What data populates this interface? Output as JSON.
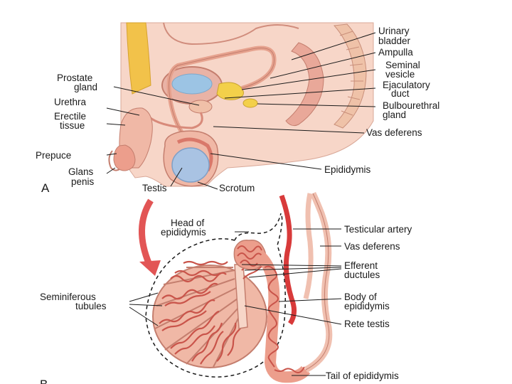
{
  "panel_a": {
    "letter": "A",
    "labels": {
      "urinary_bladder": [
        "Urinary",
        "bladder"
      ],
      "ampulla": [
        "Ampulla"
      ],
      "seminal_vesicle": [
        "Seminal",
        "vesicle"
      ],
      "ejaculatory_duct": [
        "Ejaculatory",
        "duct"
      ],
      "bulbourethral_gland": [
        "Bulbourethral",
        "gland"
      ],
      "vas_deferens": [
        "Vas deferens"
      ],
      "epididymis": [
        "Epididymis"
      ],
      "scrotum": [
        "Scrotum"
      ],
      "testis": [
        "Testis"
      ],
      "glans_penis": [
        "Glans",
        "penis"
      ],
      "prepuce": [
        "Prepuce"
      ],
      "erectile_tissue": [
        "Erectile",
        "tissue"
      ],
      "urethra": [
        "Urethra"
      ],
      "prostate_gland": [
        "Prostate",
        "gland"
      ]
    }
  },
  "panel_b": {
    "letter": "B",
    "labels": {
      "head_of_epididymis": [
        "Head of",
        "epididymis"
      ],
      "testicular_artery": [
        "Testicular artery"
      ],
      "vas_deferens": [
        "Vas deferens"
      ],
      "efferent_ductules": [
        "Efferent",
        "ductules"
      ],
      "body_of_epididymis": [
        "Body of",
        "epididymis"
      ],
      "rete_testis": [
        "Rete testis"
      ],
      "tail_of_epididymis": [
        "Tail of epididymis"
      ],
      "seminiferous_tubules": [
        "Seminiferous",
        "tubules"
      ]
    }
  },
  "colors": {
    "skin": "#f7d6c8",
    "tissue": "#f0b8a6",
    "organ_pink": "#e8a090",
    "tubule_red": "#c9544a",
    "artery_red": "#d83a3a",
    "fat_yellow": "#f2c24a",
    "gland_yellow": "#f3d04a",
    "bladder_blue": "#9cc4e4",
    "testis_blue": "#a9c3e3",
    "arrow_red": "#e25555",
    "label_text": "#1a1a1a"
  }
}
